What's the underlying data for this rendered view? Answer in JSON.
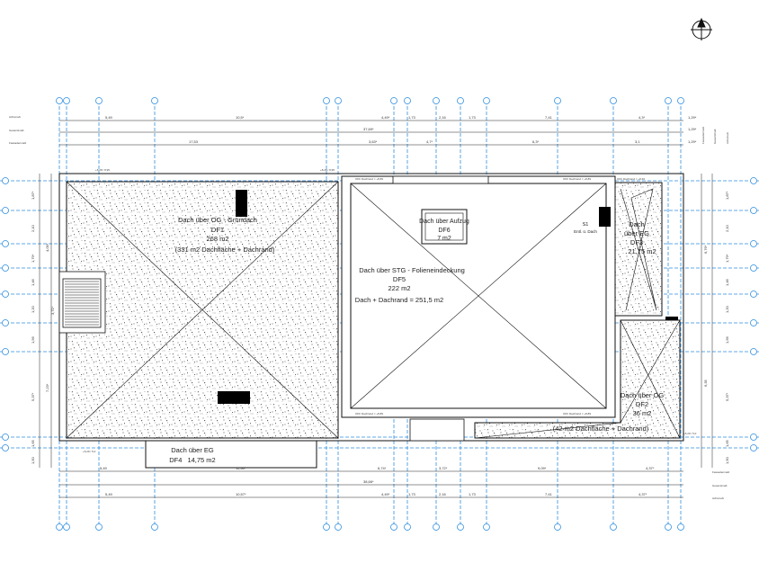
{
  "colors": {
    "grid": "#2f8fe0",
    "line": "#111111",
    "hatch": "#222222",
    "fill": "#ffffff"
  },
  "icons": {
    "north": "north-arrow-icon"
  },
  "rows_left": {
    "top": [
      "Achsmaß",
      "Gesamtmaß",
      "Fassadenmaß"
    ],
    "bottom": [
      "Fassadenmaß",
      "Gesamtmaß",
      "Achsmaß"
    ]
  },
  "rows_right": [
    "Fassadenmaß",
    "Gesamtmaß",
    "Achsmaß"
  ],
  "dims": {
    "top1": [
      "5,49",
      "10,5*",
      "4,49*",
      "1,73",
      "2,16",
      "1,73",
      "7,41",
      "4,3*",
      "1,29*"
    ],
    "top2": [
      "37,69*",
      "1,29*"
    ],
    "top3": [
      "17,53",
      "3,63*",
      "4,7*",
      "6,3*",
      "3,1",
      "1,29*"
    ],
    "bot1": [
      "5,49",
      "11,56*",
      "6,74*",
      "3,72*",
      "9,09*",
      "4,37*"
    ],
    "bot2": [
      "38,66*"
    ],
    "bot3": [
      "5,49",
      "10,57*",
      "4,49*",
      "1,73",
      "2,16",
      "1,73",
      "7,41",
      "4,37*"
    ],
    "left": [
      "1,87*",
      "2,10",
      "1,79*",
      "1,46",
      "1,20",
      "1,56",
      "5,37*",
      "1,65",
      "1,50"
    ],
    "left_total": [
      "4,09*",
      "7,23*",
      "3,71*"
    ],
    "right": [
      "1,87*",
      "2,10",
      "1,79*",
      "1,46",
      "1,20",
      "1,56",
      "5,37*",
      "1,65",
      "1,50"
    ],
    "right_total": [
      "6,76*",
      "6,35"
    ]
  },
  "roofs": {
    "df1": {
      "title": "Dach über OG - Gründach",
      "code": "DF1",
      "area": "268 m2",
      "note": "(331 m2 Dachfläche + Dachrand)"
    },
    "df5": {
      "title": "Dach über STG - Folieneindeckung",
      "code": "DF5",
      "area": "222 m2",
      "note": "Dach + Dachrand = 251,5 m2"
    },
    "df6": {
      "title": "Dach über Aufzug",
      "code": "DF6",
      "area": "7 m2"
    },
    "s1": {
      "code": "S1",
      "note": "Entl. ü. Dach"
    },
    "df3": {
      "title": "Dach",
      "l2": "über EG",
      "code": "DF3",
      "area": "21,75 m2"
    },
    "df2": {
      "title": "Dach über OG",
      "code": "DF2",
      "area": "36 m2",
      "note": "(42 m2 Dachfläche + Dachrand)"
    },
    "df4": {
      "title": "Dach über EG",
      "code": "DF4",
      "area": "14,75 m2"
    }
  },
  "tags": {
    "attika": "OKF Dachrand = +8,89",
    "attika2": "OKF Dachrand = +8,40",
    "level1": "+8,28 / 8,95",
    "level2": "+5,29 / 5,0"
  }
}
